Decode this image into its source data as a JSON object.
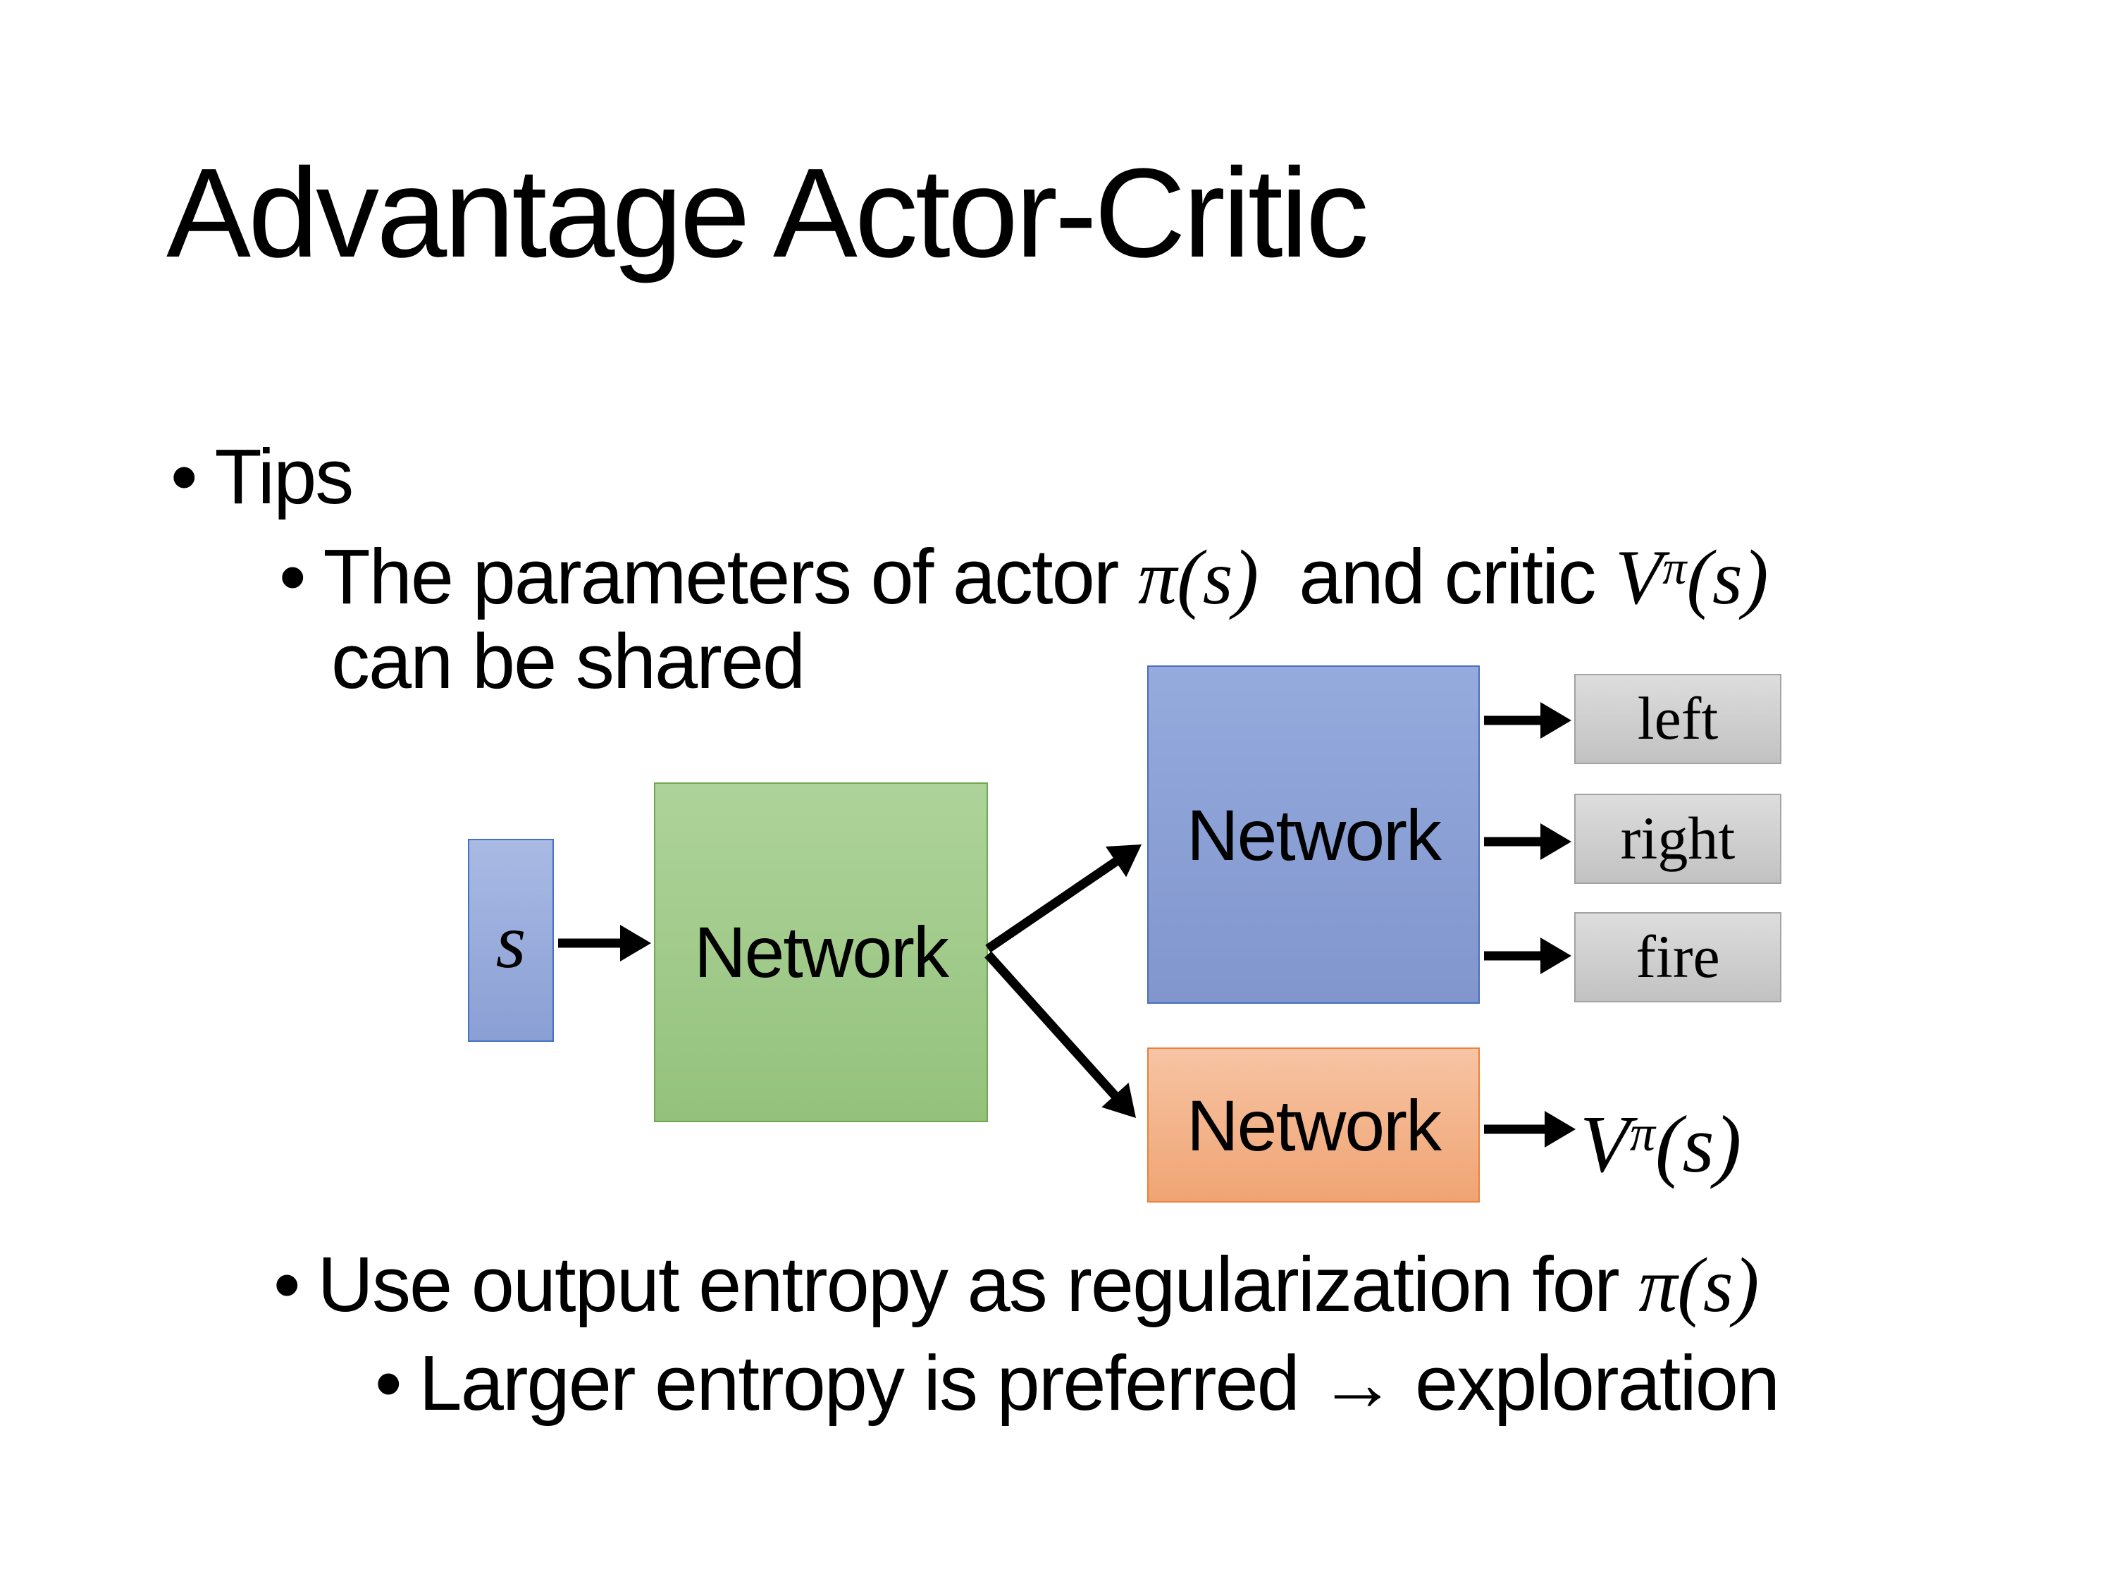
{
  "slide": {
    "title": "Advantage Actor-Critic",
    "bullets": {
      "dot": "•",
      "tips": "Tips",
      "sub1_text1": "The parameters of actor ",
      "sub1_math1": "π(s)",
      "sub1_text2": "  and critic ",
      "sub1_v": "V",
      "sub1_v_sup": "π",
      "sub1_v_args": "(s)",
      "sub1_line2": "can be shared",
      "sub2_text1": "Use output entropy as regularization for ",
      "sub2_math": "π(s)",
      "sub3_text": "Larger entropy is preferred → exploration"
    },
    "diagram": {
      "state_label": "s",
      "shared_network": "Network",
      "policy_network": "Network",
      "value_network": "Network",
      "actions": [
        "left",
        "right",
        "fire"
      ],
      "value_v": "V",
      "value_sup": "π",
      "value_args": "(s)"
    },
    "colors": {
      "title_text": "#000000",
      "body_text": "#000000",
      "arrow": "#000000",
      "state_fill_top": "#a9bae4",
      "state_fill_bottom": "#8a9fd4",
      "state_border": "#4472c4",
      "shared_fill_top": "#aed39a",
      "shared_fill_bottom": "#94c27c",
      "shared_border": "#6fa84e",
      "policy_fill_top": "#95aadd",
      "policy_fill_bottom": "#8196cd",
      "policy_border": "#4a6fbd",
      "value_fill_top": "#f7c4a4",
      "value_fill_bottom": "#f0a473",
      "value_border": "#e8833a",
      "action_fill_top": "#dddddd",
      "action_fill_bottom": "#c2c2c2",
      "action_border": "#a2a2a2"
    }
  }
}
